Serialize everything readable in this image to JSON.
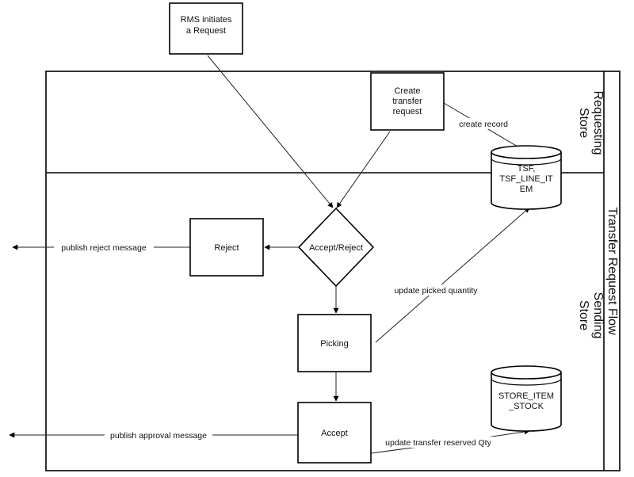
{
  "diagram": {
    "pool_label": "Transfer Request Flow",
    "lanes": {
      "requesting": [
        "Requesting",
        "Store"
      ],
      "sending": [
        "Sending",
        "Store"
      ]
    },
    "nodes": {
      "rms_request": [
        "RMS initiates",
        "a Request"
      ],
      "create_transfer": [
        "Create",
        "transfer",
        "request"
      ],
      "accept_reject": "Accept/Reject",
      "reject": "Reject",
      "picking": "Picking",
      "accept": "Accept",
      "tsf_db": [
        "TSF,",
        "TSF_LINE_IT",
        "EM"
      ],
      "store_item_stock_db": [
        "STORE_ITEM",
        "_STOCK"
      ]
    },
    "edges": {
      "create_record": "create record",
      "publish_reject": "publish reject message",
      "update_picked": "update picked quantity",
      "publish_approval": "publish approval message",
      "update_reserved": "update transfer reserved Qty"
    }
  }
}
